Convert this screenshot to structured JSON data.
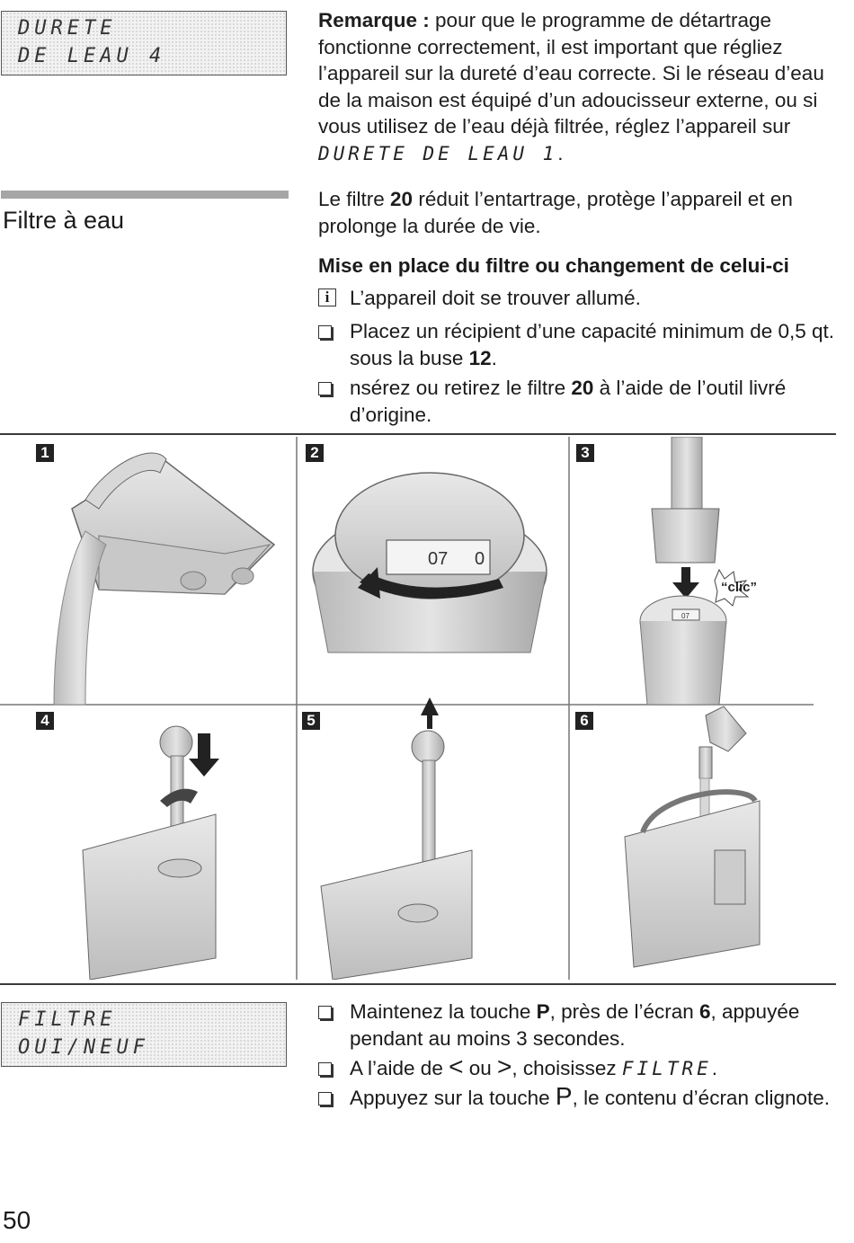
{
  "lcd_top": {
    "line1": "DURETE",
    "line2": "DE LEAU 4"
  },
  "remark": {
    "label": "Remarque :",
    "text_a": " pour que le programme de détartrage fonctionne correctement, il est important que régliez l’appareil sur la dureté d’eau correcte.  Si le réseau d’eau de la maison est équipé d’un adoucisseur externe, ou si vous utilisez de l’eau déjà filtrée, réglez l’appareil sur ",
    "lcd_value": "DURETE DE LEAU 1",
    "text_b": "."
  },
  "section": {
    "title": "Filtre à eau"
  },
  "intro": {
    "a": "Le filtre ",
    "num": "20",
    "b": " réduit l’entartrage, protège l’appareil et en prolonge la durée de vie."
  },
  "subhead": "Mise en place du filtre ou changement de celui-ci",
  "info_icon": "i",
  "steps_top": {
    "info": "L’appareil doit se trouver allumé.",
    "b1_a": "Placez un récipient d’une capacité minimum de 0,5 qt. sous la buse ",
    "b1_num": "12",
    "b1_b": ".",
    "b2_a": "nsérez ou retirez le filtre ",
    "b2_num": "20",
    "b2_b": " à l’aide de l’outil livré d’origine."
  },
  "figures": {
    "labels": [
      "1",
      "2",
      "3",
      "4",
      "5",
      "6"
    ],
    "dial_text": "07",
    "dial_side": "0",
    "click_text": "“clic”",
    "small_dial": "07"
  },
  "lcd_bottom": {
    "line1": "FILTRE",
    "line2": "OUI/NEUF"
  },
  "steps_bottom": {
    "b1_a": "Maintenez la touche ",
    "b1_key": "P",
    "b1_b": ", près de l’écran ",
    "b1_num": "6",
    "b1_c": ", appuyée pendant au moins 3 secondes.",
    "b2_a": "A l’aide de ",
    "b2_lt": "<",
    "b2_mid": " ou ",
    "b2_gt": ">",
    "b2_b": ", choisissez ",
    "b2_lcd": "FILTRE",
    "b2_c": ".",
    "b3_a": "Appuyez sur la touche ",
    "b3_key": "P",
    "b3_b": ", le contenu d’écran clignote."
  },
  "page_number": "50"
}
